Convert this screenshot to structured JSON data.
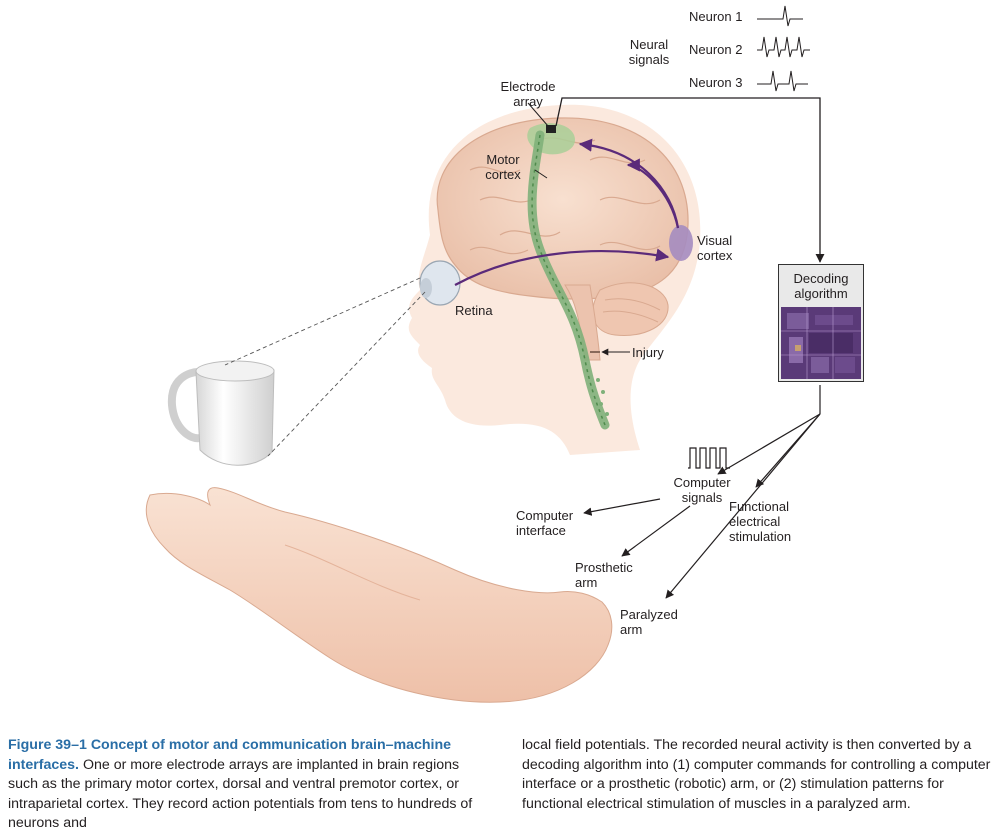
{
  "labels": {
    "neuron1": "Neuron 1",
    "neuron2": "Neuron 2",
    "neuron3": "Neuron 3",
    "neural_signals": "Neural\nsignals",
    "electrode_array": "Electrode\narray",
    "motor_cortex": "Motor\ncortex",
    "visual_cortex": "Visual\ncortex",
    "retina": "Retina",
    "injury": "Injury",
    "decoding_algorithm": "Decoding\nalgorithm",
    "computer_signals": "Computer\nsignals",
    "computer_interface": "Computer\ninterface",
    "functional_electrical_stimulation": "Functional\nelectrical\nstimulation",
    "prosthetic_arm": "Prosthetic\narm",
    "paralyzed_arm": "Paralyzed\narm"
  },
  "caption": {
    "figure_number": "Figure 39–1",
    "title": "Concept of motor and communication brain–machine interfaces.",
    "body_left": "One or more electrode arrays are implanted in brain regions such as the primary motor cortex, dorsal and ventral premotor cortex, or intraparietal cortex. They record action potentials from tens to hundreds of neurons and",
    "body_right": "local field potentials. The recorded neural activity is then converted by a decoding algorithm into (1) computer commands for controlling a computer interface or a prosthetic (robotic) arm, or (2) stimulation patterns for functional electrical stimulation of muscles in a paralyzed arm."
  },
  "colors": {
    "caption_title": "#2a6ea6",
    "pathway_arrow": "#5b2a7a",
    "motor_pathway": "#7fb07a",
    "skin": "#f6d9c6",
    "brain": "#f3d2c0",
    "visual_cortex": "#a58cc0"
  }
}
